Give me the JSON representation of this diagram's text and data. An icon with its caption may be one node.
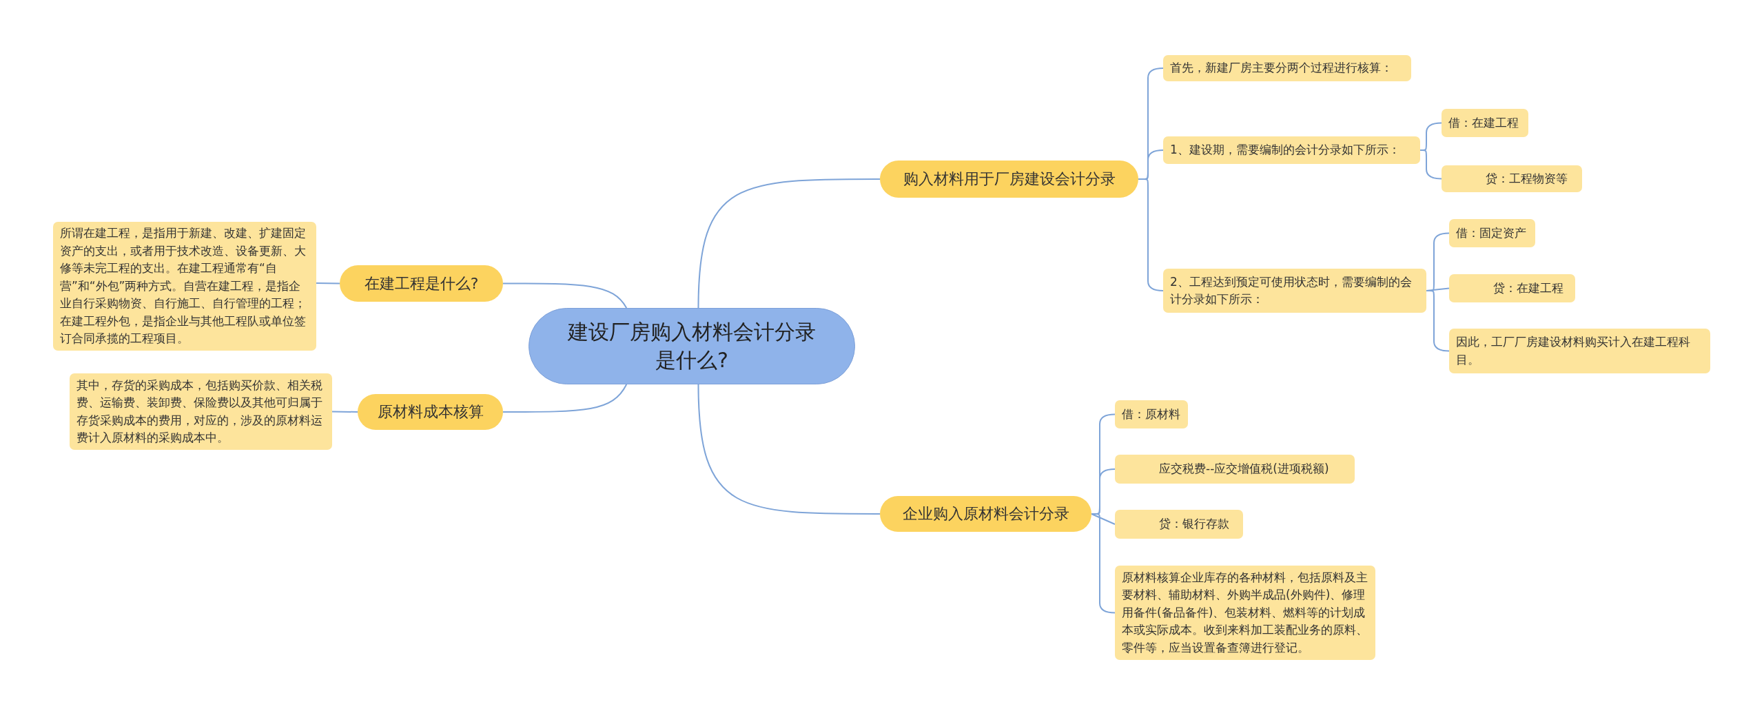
{
  "diagram": {
    "nodes": [
      {
        "text": [
          "建设厂房购入材料会计分录是什么?"
        ]
      },
      {
        "text": [
          "购入材料用于厂房建设会计分录"
        ]
      },
      {
        "text": [
          "首先，新建厂房主要分两个过程进行核算："
        ]
      },
      {
        "text": [
          "1、建设期，需要编制的会计分录如下所示："
        ]
      },
      {
        "text": [
          "借：在建工程"
        ]
      },
      {
        "text": [
          "贷：工程物资等"
        ]
      },
      {
        "text": [
          "2、工程达到预定可使用状态时，需要编制的会计分录如下所示："
        ]
      },
      {
        "text": [
          "借：固定资产"
        ]
      },
      {
        "text": [
          "贷：在建工程"
        ]
      },
      {
        "text": [
          "因此，工厂厂房建设材料购买计入在建工程科目。"
        ]
      },
      {
        "text": [
          "企业购入原材料会计分录"
        ]
      },
      {
        "text": [
          "借：原材料"
        ]
      },
      {
        "text": [
          "应交税费--应交增值税(进项税额)"
        ]
      },
      {
        "text": [
          "贷：银行存款"
        ]
      },
      {
        "text": [
          "原材料核算企业库存的各种材料，包括原料及主要材料、辅助材料、外购半成品(外购件)、修理用备件(备品备件)、包装材料、燃料等的计划成本或实际成本。收到来料加工装配业务的原料、零件等，应当设置备查簿进行登记。"
        ]
      },
      {
        "text": [
          "在建工程是什么?"
        ]
      },
      {
        "text": [
          "所谓在建工程，是指用于新建、改建、扩建固定资产的支出，或者用于技术改造、设备更新、大修等未完工程的支出。在建工程通常有“自营”和“外包”两种方式。自营在建工程，是指企业自行采购物资、自行施工、自行管理的工程；在建工程外包，是指企业与其他工程队或单位签订合同承揽的工程项目。"
        ]
      },
      {
        "text": [
          "原材料成本核算"
        ]
      },
      {
        "text": [
          "其中，存货的采购成本，包括购买价款、相关税费、运输费、装卸费、保险费以及其他可归属于存货采购成本的费用，对应的，涉及的原材料运费计入原材料的采购成本中。"
        ]
      }
    ],
    "edges": [
      {
        "from": 0,
        "to": 1,
        "arrow": "none"
      },
      {
        "from": 1,
        "to": 2,
        "arrow": "none"
      },
      {
        "from": 1,
        "to": 3,
        "arrow": "none"
      },
      {
        "from": 3,
        "to": 4,
        "arrow": "none"
      },
      {
        "from": 3,
        "to": 5,
        "arrow": "none"
      },
      {
        "from": 1,
        "to": 6,
        "arrow": "none"
      },
      {
        "from": 6,
        "to": 7,
        "arrow": "none"
      },
      {
        "from": 6,
        "to": 8,
        "arrow": "none"
      },
      {
        "from": 6,
        "to": 9,
        "arrow": "none"
      },
      {
        "from": 0,
        "to": 10,
        "arrow": "none"
      },
      {
        "from": 10,
        "to": 11,
        "arrow": "none"
      },
      {
        "from": 10,
        "to": 12,
        "arrow": "none"
      },
      {
        "from": 10,
        "to": 13,
        "arrow": "none"
      },
      {
        "from": 10,
        "to": 14,
        "arrow": "none"
      },
      {
        "from": 0,
        "to": 15,
        "arrow": "none"
      },
      {
        "from": 15,
        "to": 16,
        "arrow": "none"
      },
      {
        "from": 0,
        "to": 17,
        "arrow": "none"
      },
      {
        "from": 17,
        "to": 18,
        "arrow": "none"
      }
    ]
  }
}
